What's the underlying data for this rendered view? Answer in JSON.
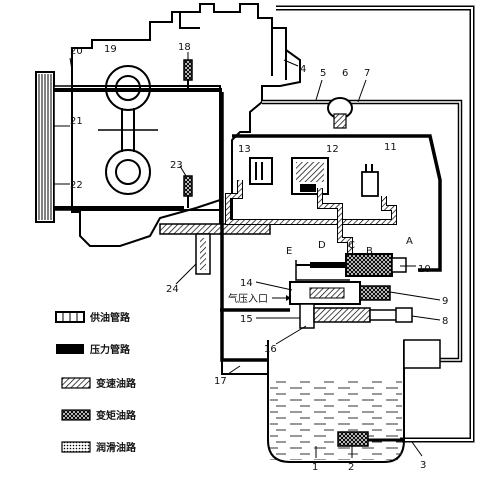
{
  "diagram": {
    "component_numbers": [
      "1",
      "2",
      "3",
      "4",
      "5",
      "6",
      "7",
      "8",
      "9",
      "10",
      "11",
      "12",
      "13",
      "14",
      "15",
      "16",
      "17",
      "18",
      "19",
      "20",
      "21",
      "22",
      "23",
      "24"
    ],
    "port_letters": [
      "A",
      "B",
      "C",
      "D",
      "E"
    ],
    "air_inlet_label": "气压入口",
    "legend": [
      {
        "key": "supply",
        "label": "供油管路",
        "pattern": "hollow"
      },
      {
        "key": "pressure",
        "label": "压力管路",
        "pattern": "solid"
      },
      {
        "key": "shift",
        "label": "变速油路",
        "pattern": "diagonal"
      },
      {
        "key": "torque",
        "label": "变矩油路",
        "pattern": "cross"
      },
      {
        "key": "lube",
        "label": "润滑油路",
        "pattern": "dotted"
      }
    ]
  }
}
